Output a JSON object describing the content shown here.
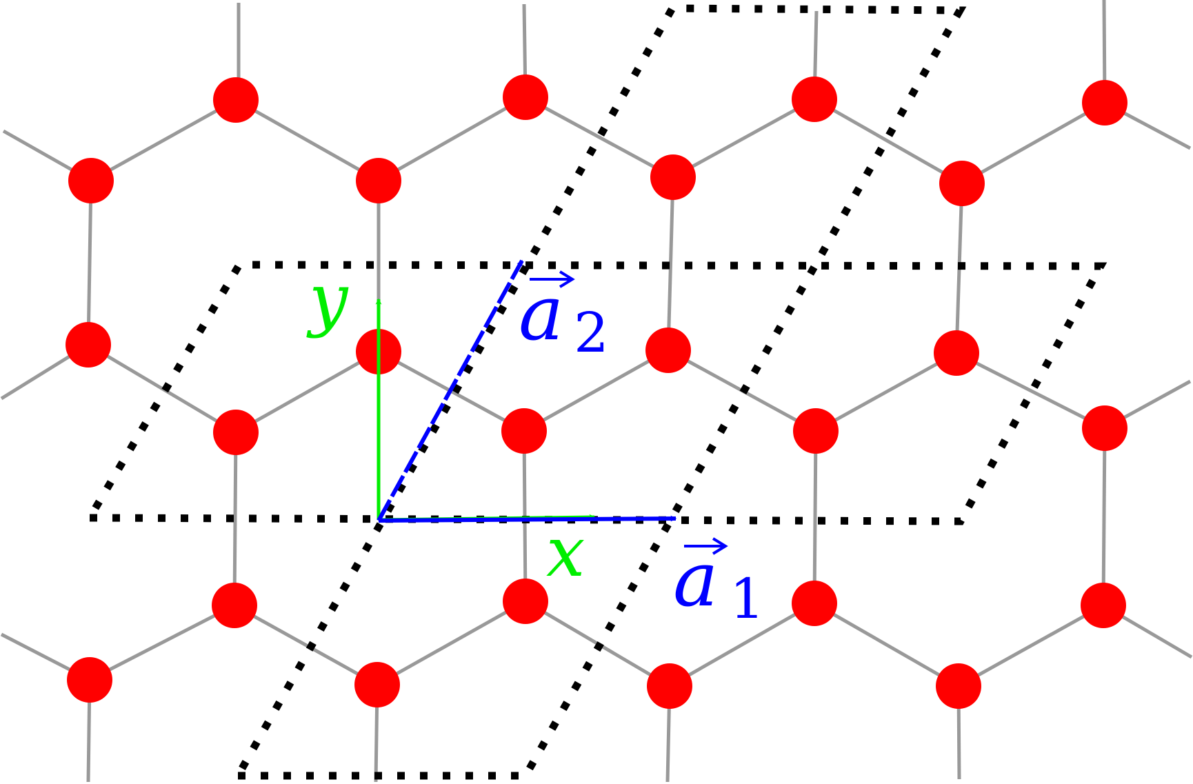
{
  "figure": {
    "lattice": "honeycomb",
    "colors": {
      "atom": "#ff0000",
      "bond": "#999999",
      "unit_cell": "#000000",
      "lattice_vector": "#0000ff",
      "cartesian_axis": "#00ee00"
    },
    "cartesian_axes": {
      "x_label": "x",
      "y_label": "y"
    },
    "lattice_vectors": {
      "a1": {
        "letter": "a",
        "subscript": "1"
      },
      "a2": {
        "letter": "a",
        "subscript": "2"
      }
    },
    "unit_cell_style": "dotted parallelogram"
  }
}
